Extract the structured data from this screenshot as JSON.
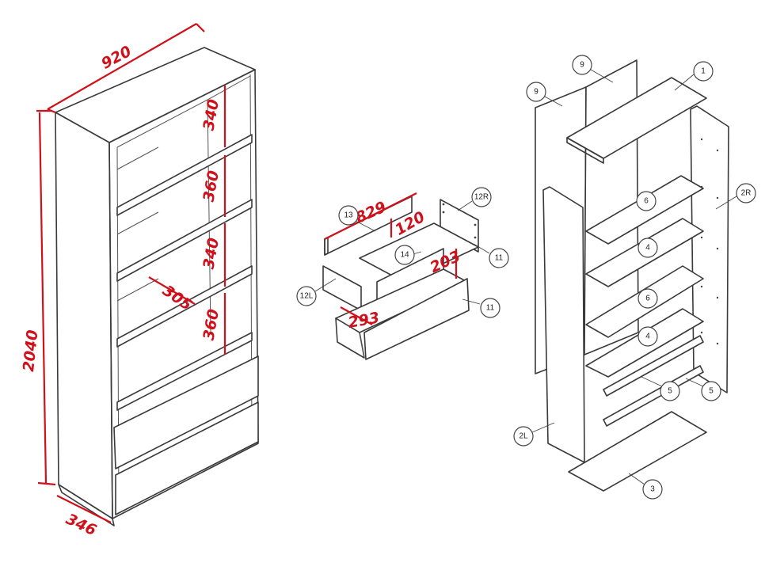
{
  "dimensions": {
    "width_top": "920",
    "height_total": "2040",
    "depth_base": "346",
    "shelf_gap_1": "340",
    "shelf_gap_2": "360",
    "shelf_gap_3": "340",
    "shelf_gap_4": "360",
    "inner_depth": "305",
    "drawer_width": "829",
    "drawer_front_h": "120",
    "drawer_side_h": "203",
    "drawer_depth": "293"
  },
  "drawer_parts": {
    "p13": "13",
    "p14": "14",
    "p12R": "12R",
    "p12L": "12L",
    "p11a": "11",
    "p11b": "11"
  },
  "cabinet_parts": {
    "p9a": "9",
    "p9b": "9",
    "p1": "1",
    "p2R": "2R",
    "p6a": "6",
    "p4a": "4",
    "p6b": "6",
    "p4b": "4",
    "p5a": "5",
    "p5b": "5",
    "p2L": "2L",
    "p3": "3"
  },
  "colors": {
    "dimension_red": "#d0101a",
    "line_gray": "#3a3a3a"
  }
}
